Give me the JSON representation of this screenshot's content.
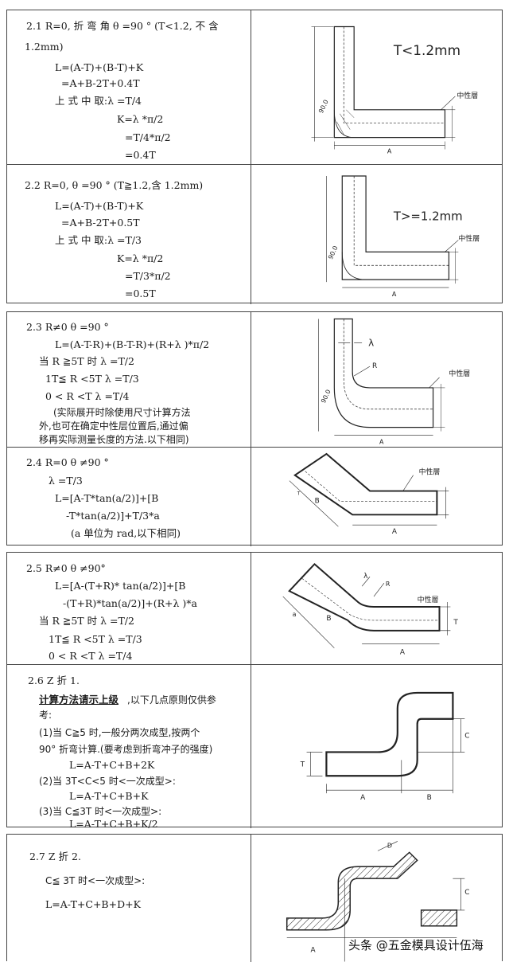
{
  "s21": {
    "head": "2.1   R=0, 折 弯 角 θ   =90 °   (T<1.2, 不 含",
    "head2": "1.2mm)",
    "l1": "L=(A-T)+(B-T)+K",
    "l2": "=A+B-2T+0.4T",
    "l3": "上 式 中 取:λ  =T/4",
    "l4": "K=λ  *π/2",
    "l5": "=T/4*π/2",
    "l6": "=0.4T",
    "fig_label": "T<1.2mm",
    "neutral": "中性層",
    "dimA": "A",
    "dimB": "90.0"
  },
  "s22": {
    "head": "2.2  R=0,   θ =90 °     (T≧1.2,含 1.2mm)",
    "l1": "L=(A-T)+(B-T)+K",
    "l2": "=A+B-2T+0.5T",
    "l3": "上 式 中 取:λ  =T/3",
    "l4": "K=λ  *π/2",
    "l5": "=T/3*π/2",
    "l6": "=0.5T",
    "fig_label": "T>=1.2mm",
    "neutral": "中性層",
    "dimA": "A",
    "dimB": "90.0"
  },
  "s23": {
    "head": "2.3  R≠0       θ  =90 °",
    "l1": "L=(A-T-R)+(B-T-R)+(R+λ  )*π/2",
    "l2": "当  R   ≧5T 时          λ   =T/2",
    "l3": "1T≦   R <5T           λ   =T/3",
    "l4": "0 < R <T                λ   =T/4",
    "n1": "(实际展开时除使用尺寸计算方法",
    "n2": "外,也可在确定中性层位置后,通过偏",
    "n3": "移再实际测量长度的方法.以下相同)",
    "lam": "λ",
    "r": "R",
    "neutral": "中性層",
    "dimA": "A",
    "dimB": "90.0"
  },
  "s24": {
    "head": "2.4  R=0         θ  ≠90 °",
    "l1": "λ  =T/3",
    "l2": "L=[A-T*tan(a/2)]+[B",
    "l3": "-T*tan(a/2)]+T/3*a",
    "l4": "(a 单位为 rad,以下相同)",
    "neutral": "中性層",
    "dimA": "A",
    "dimB": "B",
    "dimT": "T"
  },
  "s25": {
    "head": "2.5  R≠0       θ  ≠90°",
    "l1": "L=[A-(T+R)* tan(a/2)]+[B",
    "l2": "-(T+R)*tan(a/2)]+(R+λ  )*a",
    "l3": "当  R   ≧5T 时          λ   =T/2",
    "l4": "1T≦   R <5T           λ   =T/3",
    "l5": "0 < R <T        λ   =T/4",
    "neutral": "中性層",
    "dimA": "A",
    "dimB": "B",
    "dimT": "T",
    "lam": "λ",
    "r": "R",
    "a": "a"
  },
  "s26": {
    "head": "2.6    Z 折 1.",
    "bold": "计算方法请示上级",
    "l1rest": ",以下几点原则仅供参",
    "l2": "考:",
    "l3": "(1)当 C≧5 时,一般分两次成型,按两个",
    "l4": "90°  折弯计算.(要考虑到折弯冲子的强度)",
    "l5": "L=A-T+C+B+2K",
    "l6": "(2)当 3T<C<5  时<一次成型>:",
    "l7": "L=A-T+C+B+K",
    "l8": "(3)当 C≦3T  时<一次成型>:",
    "l9": "L=A-T+C+B+K/2",
    "dimA": "A",
    "dimB": "B",
    "dimC": "C",
    "dimT": "T"
  },
  "s27": {
    "head": "2.7     Z 折 2.",
    "l1": "C≦ 3T 时<一次成型>:",
    "l2": "L=A-T+C+B+D+K",
    "dimA": "A",
    "dimC": "C",
    "dimD": "D"
  },
  "watermark": "头条 @五金模具设计伍海"
}
